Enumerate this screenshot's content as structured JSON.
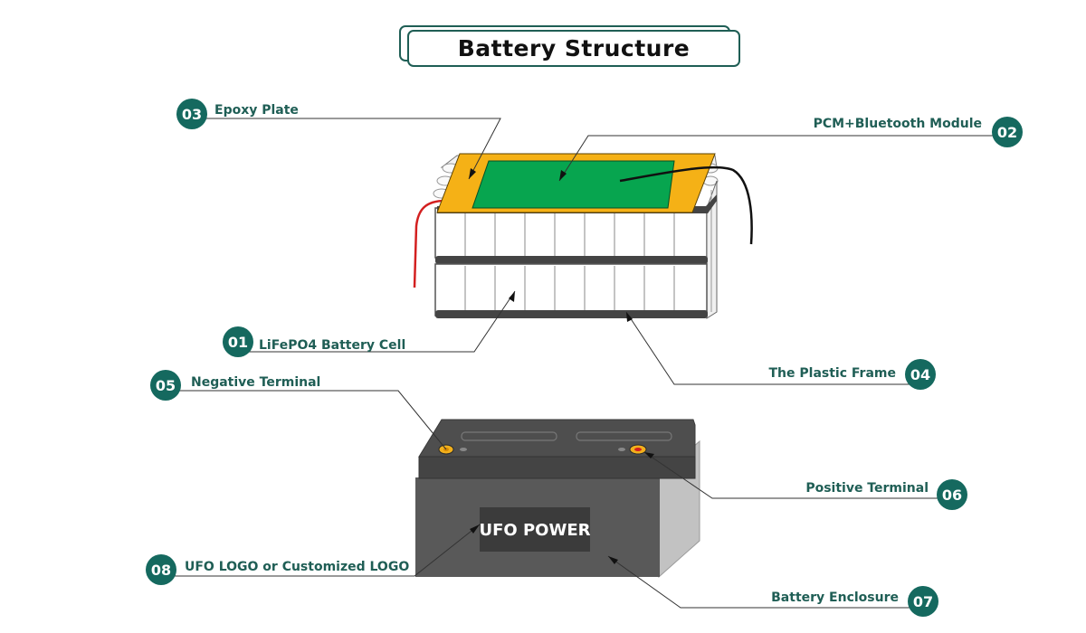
{
  "title": "Battery Structure",
  "colors": {
    "accent": "#1f5e55",
    "badge": "#15695f",
    "epoxy": "#f5b116",
    "pcm": "#07a54f",
    "enclosure": "#595959",
    "enclosure_lid": "#4b4b4b",
    "enclosure_side": "#bfbfbf",
    "logo_box": "#3b3b3b"
  },
  "logo_text": "UFO POWER",
  "callouts": [
    {
      "num": "03",
      "label": "Epoxy Plate"
    },
    {
      "num": "02",
      "label": "PCM+Bluetooth Module"
    },
    {
      "num": "01",
      "label": "LiFePO4 Battery Cell"
    },
    {
      "num": "04",
      "label": "The Plastic Frame"
    },
    {
      "num": "05",
      "label": "Negative Terminal"
    },
    {
      "num": "06",
      "label": "Positive Terminal"
    },
    {
      "num": "08",
      "label": "UFO LOGO or Customized LOGO"
    },
    {
      "num": "07",
      "label": "Battery Enclosure"
    }
  ]
}
